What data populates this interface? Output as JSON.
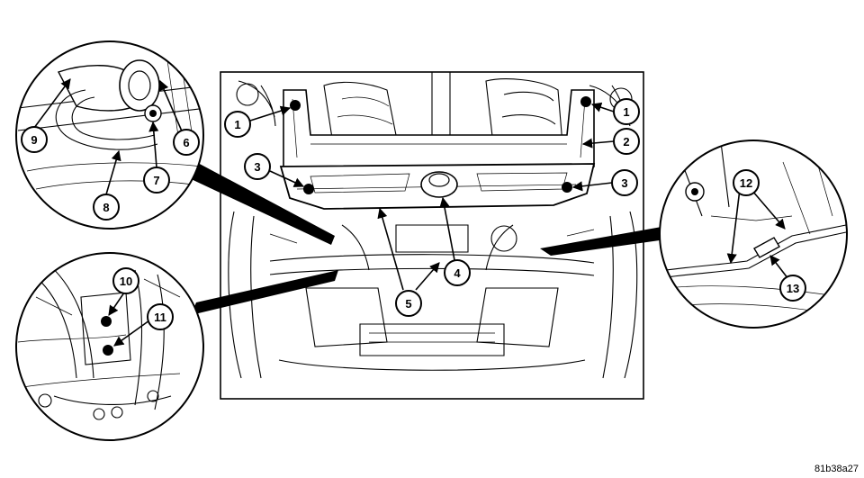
{
  "figure_code": "81b38a27",
  "callouts": {
    "c1a": "1",
    "c1b": "1",
    "c2": "2",
    "c3a": "3",
    "c3b": "3",
    "c4": "4",
    "c5": "5",
    "c6": "6",
    "c7": "7",
    "c8": "8",
    "c9": "9",
    "c10": "10",
    "c11": "11",
    "c12": "12",
    "c13": "13"
  }
}
